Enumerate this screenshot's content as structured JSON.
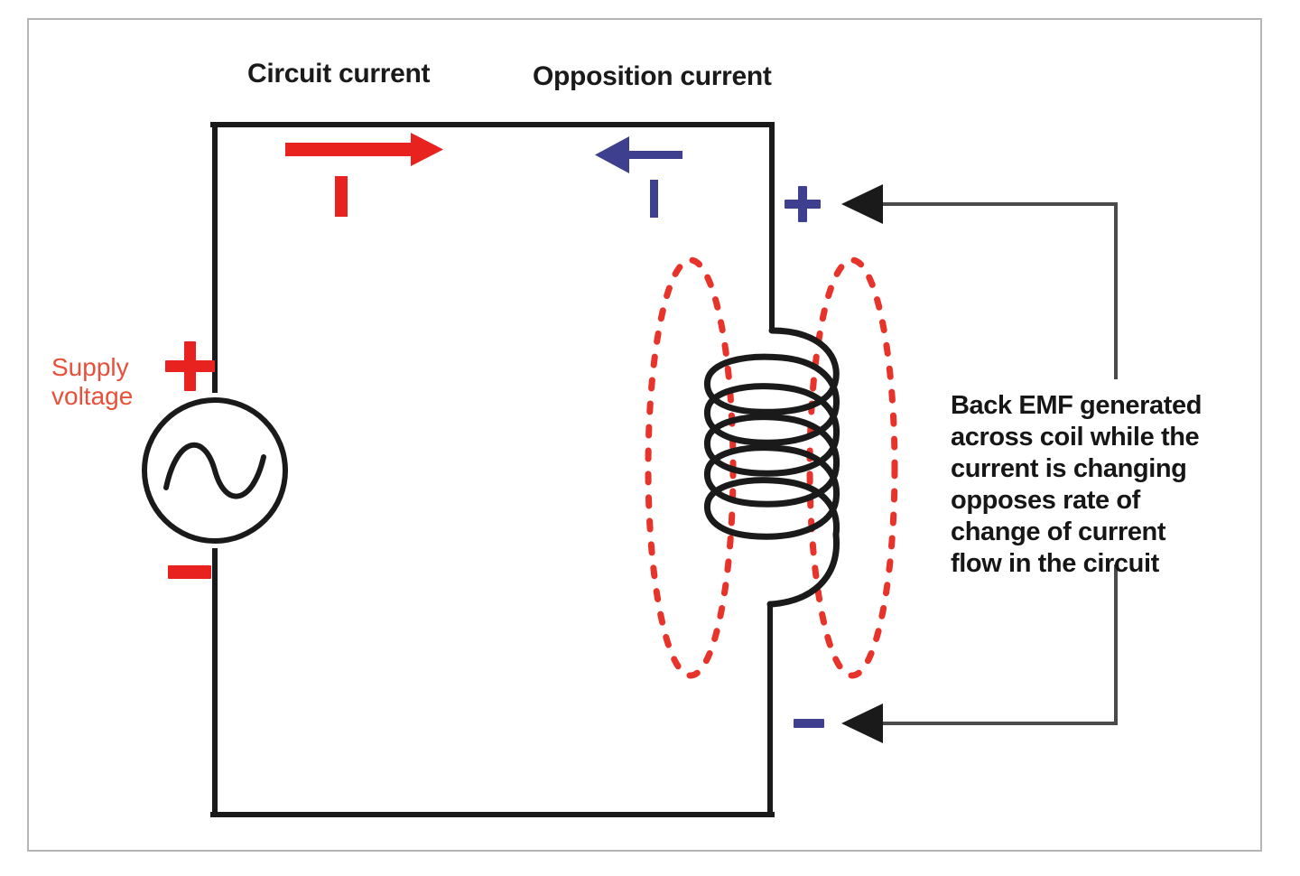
{
  "diagram": {
    "title_labels": {
      "circuit_current": "Circuit current",
      "opposition_current": "Opposition current"
    },
    "source": {
      "label_line1": "Supply",
      "label_line2": "voltage",
      "plus": "+",
      "minus": "–",
      "symbol": "ac-sine-source"
    },
    "current_arrows": {
      "forward": {
        "symbol": "I",
        "color": "#e8221f",
        "direction": "right",
        "name": "circuit-current"
      },
      "opposition": {
        "symbol": "I",
        "color": "#3f3f8f",
        "direction": "left",
        "name": "opposition-current"
      }
    },
    "coil": {
      "polarity_plus": "+",
      "polarity_minus": "–",
      "polarity_color": "#3f3f8f",
      "turns": 5,
      "field_lines": "magnetic-flux-ellipses",
      "field_color": "#e8332b"
    },
    "annotation": {
      "lines": [
        "Back EMF generated",
        "across coil while the",
        "current is changing",
        "opposes rate of",
        "change of current",
        "flow in the circuit"
      ],
      "full_text": "Back EMF generated across coil while the current is changing opposes rate of change of current flow in the circuit"
    },
    "colors": {
      "wire": "#1a1a1a",
      "red": "#e8221f",
      "red_soft": "#e8503a",
      "blue": "#3f3f8f",
      "frame": "#b5b5b5",
      "leader": "#4a4a4a"
    }
  }
}
